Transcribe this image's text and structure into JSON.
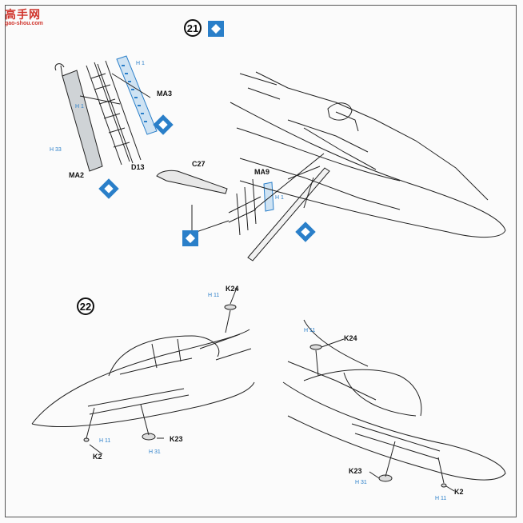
{
  "watermark": {
    "brand": "高手网",
    "url": "gao-shou.com"
  },
  "colors": {
    "blue": "#2a7fc9",
    "line": "#222222",
    "part_fill": "#cfe3f3",
    "watermark": "#d0342c"
  },
  "step21": {
    "number": "21",
    "parts": {
      "ma3": "MA3",
      "ma2": "MA2",
      "d13": "D13",
      "c27": "C27",
      "ma9": "MA9"
    },
    "callouts": {
      "h1_top": "H 1",
      "h1_left": "H 1",
      "h33": "H 33",
      "h1_ma9": "H 1"
    }
  },
  "step22": {
    "number": "22",
    "left": {
      "k24": "K24",
      "k23": "K23",
      "k2": "K2",
      "h11_top": "H 11",
      "h11_bottom": "H 11",
      "h31": "H 31"
    },
    "right": {
      "k24": "K24",
      "k23": "K23",
      "k2": "K2",
      "h11_top": "H 11",
      "h31": "H 31",
      "h11_bottom": "H 11"
    }
  }
}
